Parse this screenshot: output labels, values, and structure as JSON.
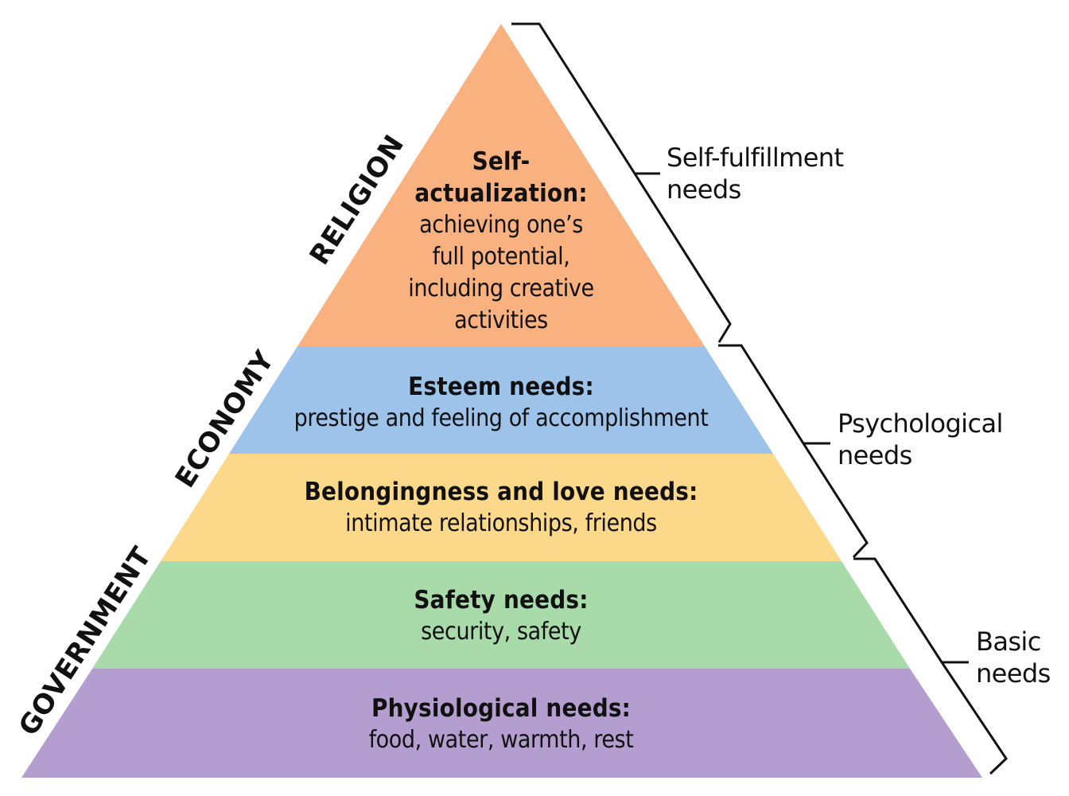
{
  "tiers": [
    {
      "id": "self-actualization",
      "title_line1": "Self-",
      "title_line2": "actualization:",
      "desc_lines": [
        "achieving one’s",
        "full potential,",
        "including creative",
        "activities"
      ],
      "color": "#F9B17F"
    },
    {
      "id": "esteem",
      "title": "Esteem needs:",
      "desc": "prestige and feeling of accomplishment",
      "color": "#9DC3EA"
    },
    {
      "id": "belongingness",
      "title": "Belongingness and love needs:",
      "desc": "intimate relationships, friends",
      "color": "#FCD98A"
    },
    {
      "id": "safety",
      "title": "Safety needs:",
      "desc": "security, safety",
      "color": "#A8DAAA"
    },
    {
      "id": "physiological",
      "title": "Physiological needs:",
      "desc": "food, water, warmth, rest",
      "color": "#B49ED0"
    }
  ],
  "brackets": [
    {
      "id": "self-fulfillment",
      "line1": "Self-fulfillment",
      "line2": "needs"
    },
    {
      "id": "psychological",
      "line1": "Psychological",
      "line2": "needs"
    },
    {
      "id": "basic",
      "line1": "Basic",
      "line2": "needs"
    }
  ],
  "side_labels": {
    "religion": "RELIGION",
    "economy": "ECONOMY",
    "government": "GOVERNMENT"
  }
}
